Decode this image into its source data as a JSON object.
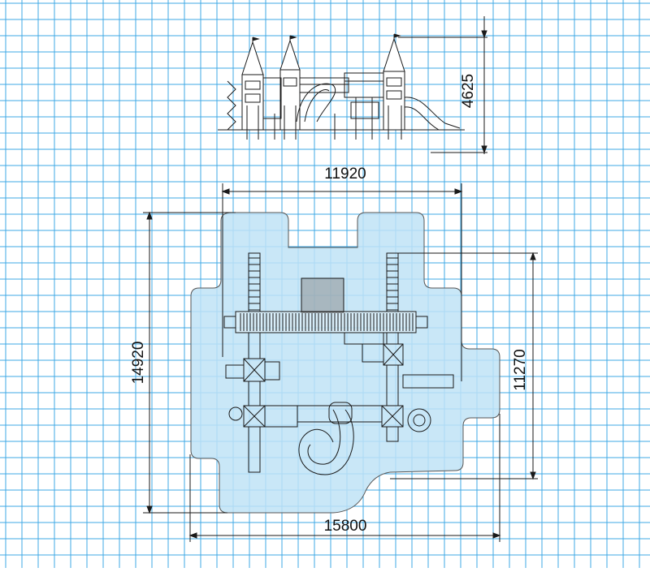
{
  "dimensions": {
    "elevation_height": "4625",
    "plan_width_top": "11920",
    "plan_depth_left": "14920",
    "plan_depth_right": "11270",
    "plan_width_bottom": "15800"
  },
  "colors": {
    "grid": "#3fa9e6",
    "safety_zone_fill": "#bfe3f6",
    "line": "#1a1a1a"
  }
}
